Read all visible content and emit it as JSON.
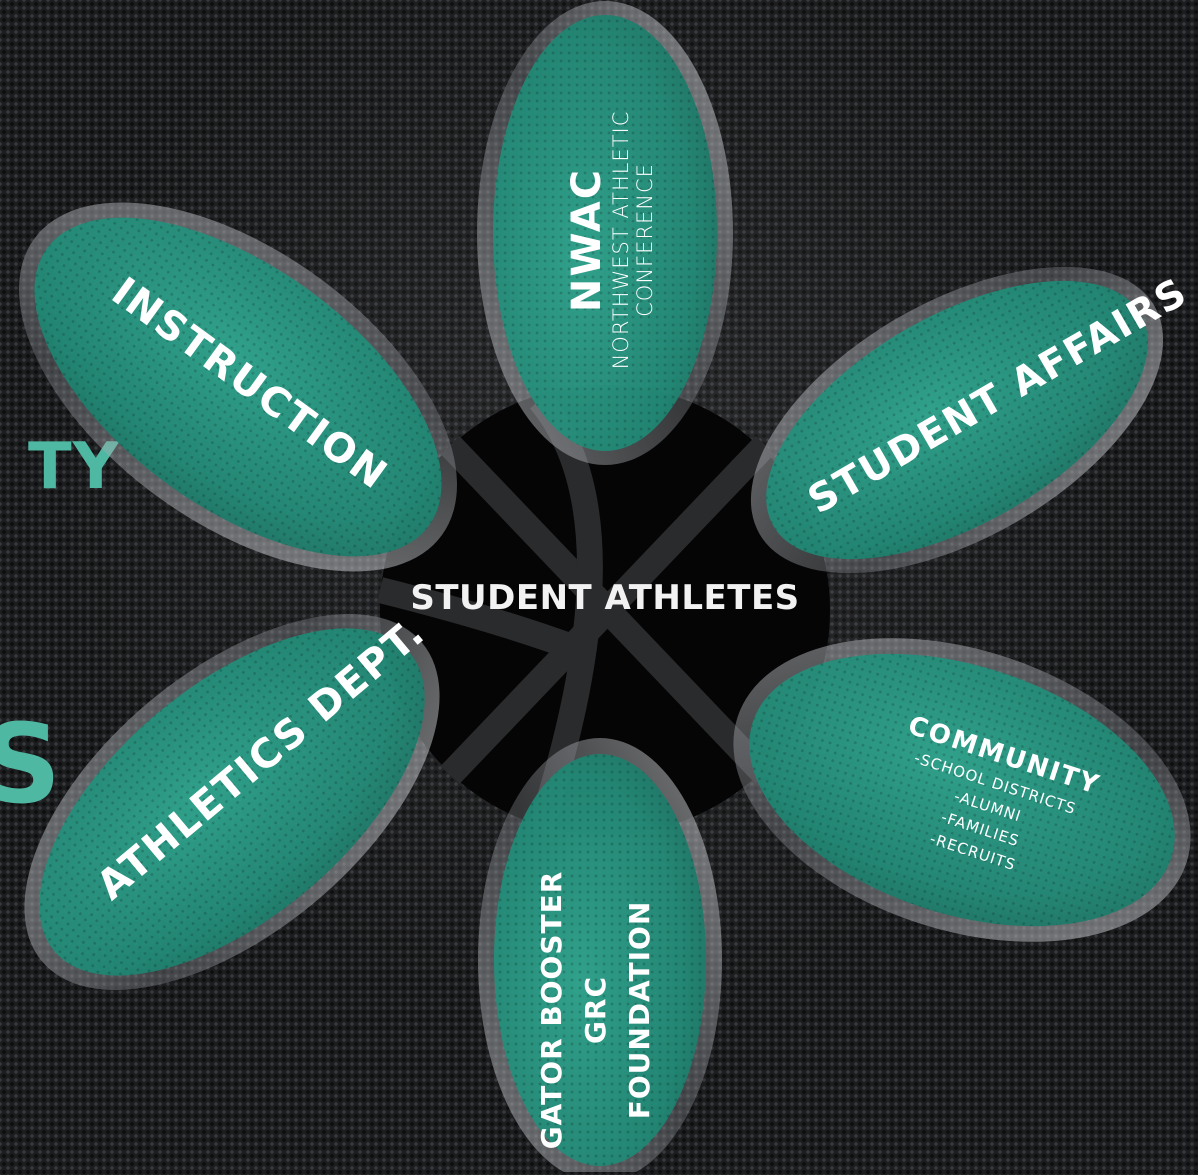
{
  "side_fragments": {
    "top": "TY",
    "bottom": "S"
  },
  "center": {
    "label": "STUDENT ATHLETES"
  },
  "petals": {
    "nwac": {
      "title": "NWAC",
      "line1": "NORTHWEST ATHLETIC",
      "line2": "CONFERENCE"
    },
    "instruction": {
      "title": "INSTRUCTION"
    },
    "student_affairs": {
      "title": "STUDENT AFFAIRS"
    },
    "athletics": {
      "title": "ATHLETICS DEPT."
    },
    "community": {
      "title": "COMMUNITY",
      "items": [
        "-SCHOOL DISTRICTS",
        "-ALUMNI",
        "-FAMILIES",
        "-RECRUITS"
      ]
    },
    "booster": {
      "line1": "GATOR BOOSTER",
      "line2": "GRC",
      "line3": "FOUNDATION"
    }
  },
  "colors": {
    "petal_fill": "#1f8a76",
    "petal_rim": "#8c9096",
    "accent_text": "#4fb8a2",
    "ball": "#050505"
  }
}
